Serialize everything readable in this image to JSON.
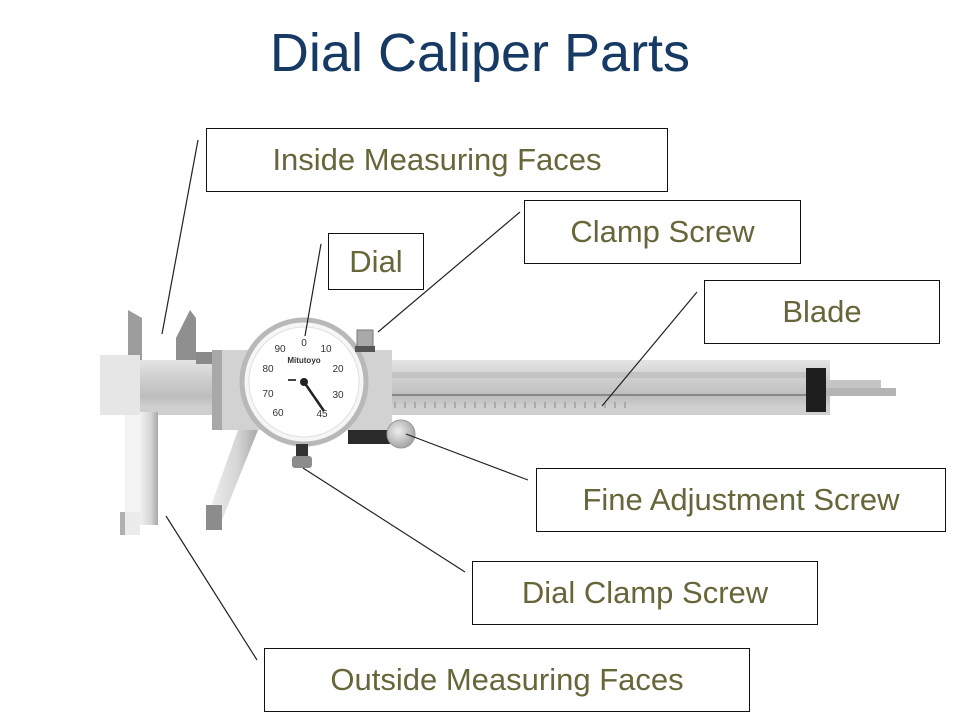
{
  "title": "Dial Caliper Parts",
  "colors": {
    "title": "#163a64",
    "label_text": "#66663a",
    "label_border": "#111111",
    "leader_line": "#222222"
  },
  "labels": [
    {
      "id": "inside-measuring-faces",
      "text": "Inside Measuring Faces"
    },
    {
      "id": "clamp-screw",
      "text": "Clamp Screw"
    },
    {
      "id": "dial",
      "text": "Dial"
    },
    {
      "id": "blade",
      "text": "Blade"
    },
    {
      "id": "fine-adjustment-screw",
      "text": "Fine Adjustment Screw"
    },
    {
      "id": "dial-clamp-screw",
      "text": "Dial Clamp Screw"
    },
    {
      "id": "outside-measuring-faces",
      "text": "Outside Measuring Faces"
    }
  ],
  "dial_face": {
    "brand": "Mitutoyo",
    "numbers": [
      "0",
      "10",
      "20",
      "30",
      "45",
      "60",
      "70",
      "80",
      "90"
    ]
  }
}
